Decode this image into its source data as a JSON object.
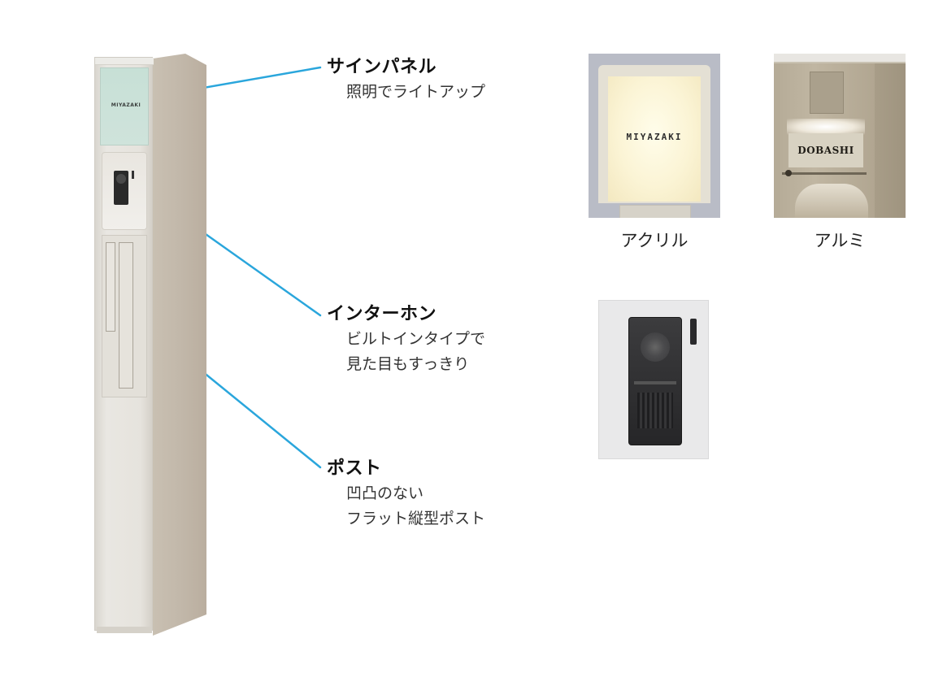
{
  "pillar": {
    "sign_text": "MIYAZAKI"
  },
  "callouts": [
    {
      "title": "サインパネル",
      "desc_lines": [
        "照明でライトアップ"
      ]
    },
    {
      "title": "インターホン",
      "desc_lines": [
        "ビルトインタイプで",
        "見た目もすっきり"
      ]
    },
    {
      "title": "ポスト",
      "desc_lines": [
        "凹凸のない",
        "フラット縦型ポスト"
      ]
    }
  ],
  "samples": {
    "acrylic": {
      "nameplate": "MIYAZAKI",
      "caption": "アクリル"
    },
    "alumi": {
      "nameplate": "DOBASHI",
      "caption": "アルミ"
    },
    "intercom": {
      "caption": ""
    }
  },
  "colors": {
    "leader_line": "#2aa6dc",
    "sign_panel": "#c9e1d7",
    "acrylic_glow": "#fbf4d5"
  }
}
